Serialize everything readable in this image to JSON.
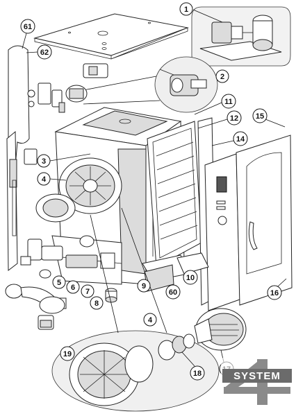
{
  "callouts": [
    {
      "id": "1",
      "label": "1"
    },
    {
      "id": "2",
      "label": "2"
    },
    {
      "id": "3",
      "label": "3"
    },
    {
      "id": "4a",
      "label": "4"
    },
    {
      "id": "4b",
      "label": "4"
    },
    {
      "id": "5",
      "label": "5"
    },
    {
      "id": "6",
      "label": "6"
    },
    {
      "id": "7",
      "label": "7"
    },
    {
      "id": "8",
      "label": "8"
    },
    {
      "id": "9",
      "label": "9"
    },
    {
      "id": "10",
      "label": "10"
    },
    {
      "id": "11",
      "label": "11"
    },
    {
      "id": "12",
      "label": "12"
    },
    {
      "id": "14",
      "label": "14"
    },
    {
      "id": "15",
      "label": "15"
    },
    {
      "id": "16",
      "label": "16"
    },
    {
      "id": "17",
      "label": "17"
    },
    {
      "id": "18",
      "label": "18"
    },
    {
      "id": "19",
      "label": "19"
    },
    {
      "id": "60",
      "label": "60"
    },
    {
      "id": "61",
      "label": "61"
    },
    {
      "id": "62",
      "label": "62"
    }
  ],
  "watermark": {
    "text": "SYSTEM",
    "numeral": "4"
  },
  "colors": {
    "line": "#222222",
    "callout_fill": "#ffffff",
    "shade": "#dcdcdc",
    "watermark": "#6b6b6b"
  }
}
